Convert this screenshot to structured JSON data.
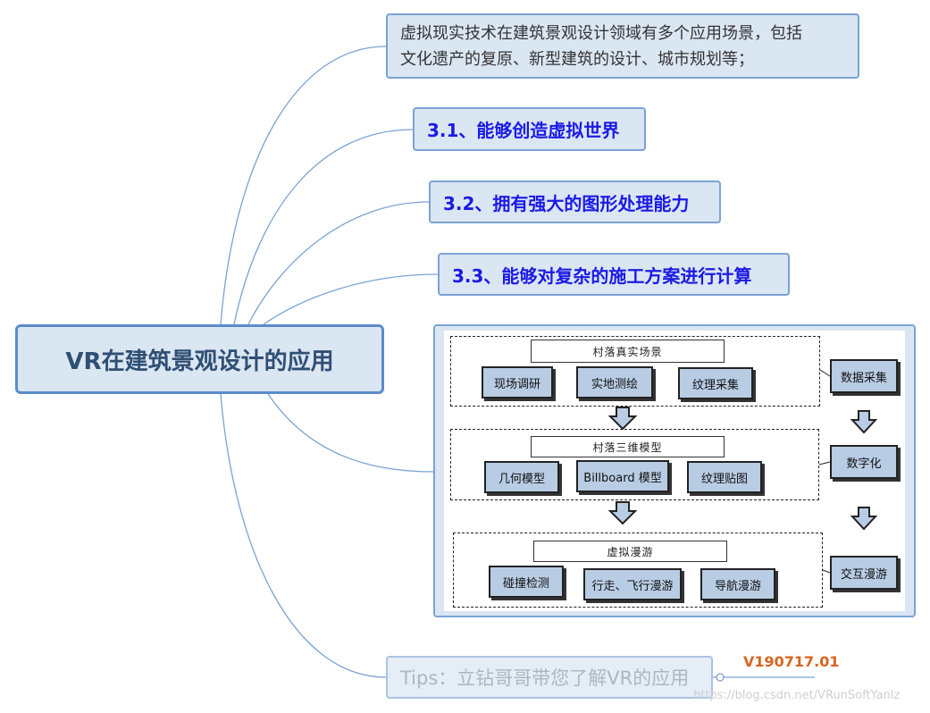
{
  "root": {
    "title": "VR在建筑景观设计的应用"
  },
  "description": {
    "line1": "虚拟现实技术在建筑景观设计领域有多个应用场景，包括",
    "line2": "文化遗产的复原、新型建筑的设计、城市规划等；"
  },
  "subtopics": [
    {
      "label": "3.1、能够创造虚拟世界"
    },
    {
      "label": "3.2、拥有强大的图形处理能力"
    },
    {
      "label": "3.3、能够对复杂的施工方案进行计算"
    }
  ],
  "diagram": {
    "sections": [
      {
        "title": "村落真实场景",
        "items": [
          "现场调研",
          "实地测绘",
          "纹理采集"
        ]
      },
      {
        "title": "村落三维模型",
        "items": [
          "几何模型",
          "Billboard 模型",
          "纹理贴图"
        ]
      },
      {
        "title": "虚拟漫游",
        "items": [
          "碰撞检测",
          "行走、飞行漫游",
          "导航漫游"
        ]
      }
    ],
    "stages": [
      "数据采集",
      "数字化",
      "交互漫游"
    ]
  },
  "tips": {
    "label": "Tips：立钻哥哥带您了解VR的应用",
    "version": "V190717.01"
  },
  "watermark": "https://blog.csdn.net/VRunSoftYanlz",
  "colors": {
    "node_fill": "#dbe6f3",
    "node_border": "#7aa3d3",
    "subtopic_text": "#1a1ae6",
    "box_fill": "#b8cce4",
    "version": "#d9641f"
  }
}
